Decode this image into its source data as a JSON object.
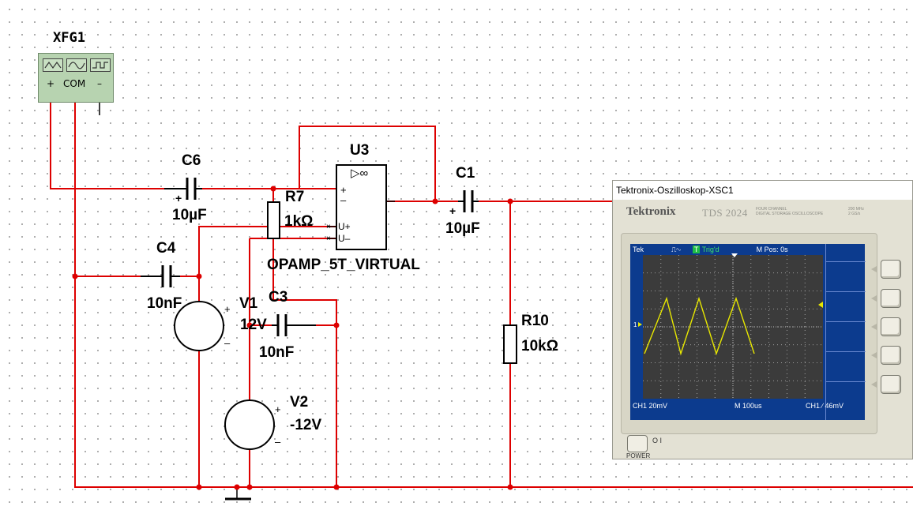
{
  "schematic": {
    "xfg": {
      "name": "XFG1",
      "plus": "+",
      "com": "COM",
      "minus": "–"
    },
    "components": {
      "c6": {
        "name": "C6",
        "value": "10µF"
      },
      "r7": {
        "name": "R7",
        "value": "1kΩ"
      },
      "u3": {
        "name": "U3",
        "model": "OPAMP_5T_VIRTUAL",
        "plus_pin": "+",
        "minus_pin": "–",
        "up_pin": "U+",
        "um_pin": "U–",
        "symbol": "▷∞"
      },
      "c1": {
        "name": "C1",
        "value": "10µF"
      },
      "c4": {
        "name": "C4",
        "value": "10nF"
      },
      "v1": {
        "name": "V1",
        "value": "12V",
        "plus": "+",
        "minus": "–"
      },
      "c3": {
        "name": "C3",
        "value": "10nF"
      },
      "v2": {
        "name": "V2",
        "value": "-12V",
        "plus": "+",
        "minus": "–"
      },
      "r10": {
        "name": "R10",
        "value": "10kΩ"
      }
    },
    "wire_color": "#dd0000"
  },
  "oscilloscope": {
    "window_title": "Tektronix-Oszilloskop-XSC1",
    "brand": "Tektronix",
    "model": "TDS 2024",
    "subtitle_1": "FOUR CHANNEL",
    "subtitle_2": "DIGITAL STORAGE OSCILLOSCOPE",
    "spec_1": "200 MHz",
    "spec_2": "2 GS/s",
    "screen": {
      "tek": "Tek",
      "trig_box": "T",
      "trig_status": "Trig'd",
      "mpos": "M Pos: 0s",
      "ch1_marker": "1",
      "ch1_scale": "CH1  20mV",
      "timebase": "M 100us",
      "trigger_level": "CH1 ∕ 46mV",
      "trace_color": "#e8e800"
    },
    "power_label": "POWER",
    "probe_label": "O I"
  }
}
